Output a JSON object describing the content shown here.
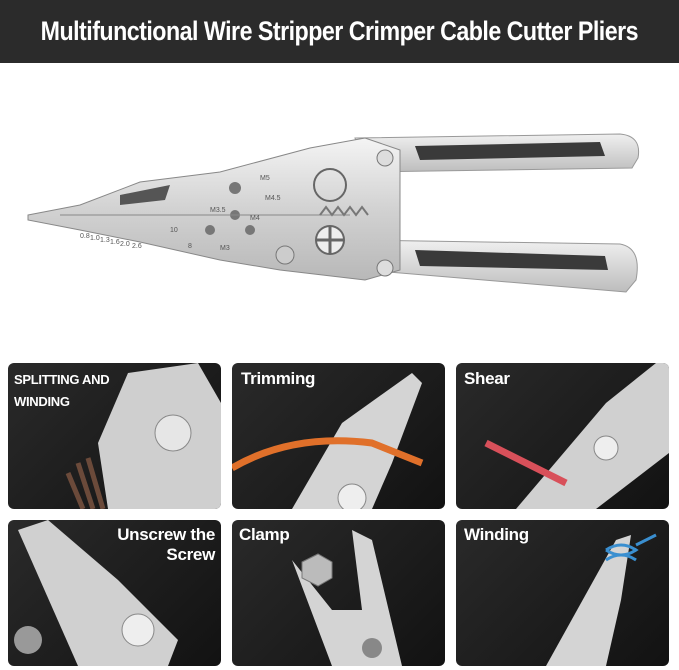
{
  "header": {
    "title": "Multifunctional Wire Stripper Crimper Cable Cutter Pliers"
  },
  "colors": {
    "title_bar": "#2b2b2b",
    "panel_bg": "#1a1a1a",
    "wire_orange": "#e0702a",
    "wire_red": "#d8505a",
    "wire_blue": "#3a8fd0"
  },
  "hero": {
    "jaw_markings": [
      "0.8",
      "1.0",
      "1.3",
      "1.6",
      "2.0",
      "2.6",
      "10",
      "8",
      "M3",
      "M3.5",
      "M4",
      "M4.5",
      "M5"
    ]
  },
  "panels": [
    {
      "label_line1": "SPLITTING AND",
      "label_line2": "WINDING"
    },
    {
      "label_line1": "Trimming"
    },
    {
      "label_line1": "Shear"
    },
    {
      "label_line1": "Unscrew the",
      "label_line2": "Screw"
    },
    {
      "label_line1": "Clamp"
    },
    {
      "label_line1": "Winding"
    }
  ]
}
